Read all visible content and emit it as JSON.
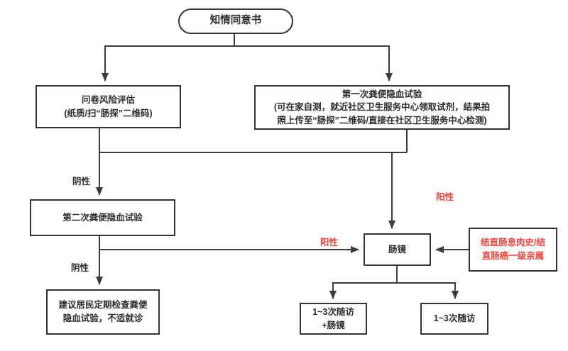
{
  "colors": {
    "background": "#ffffff",
    "line": "#3c3c3c",
    "box_border": "#333333",
    "text": "#2d2d2d",
    "red": "#f8453e"
  },
  "nodes": {
    "consent": {
      "label": "知情同意书"
    },
    "questionnaire": {
      "lines": [
        "问卷风险评估",
        "(纸质/扫“肠探”二维码)"
      ]
    },
    "first_fobt": {
      "lines": [
        "第一次粪便隐血试验",
        "(可在家自测，就近社区卫生服务中心领取试剂，结果拍",
        "照上传至“肠探”二维码/直接在社区卫生服务中心检测)"
      ]
    },
    "second_fobt": {
      "label": "第二次粪便隐血试验"
    },
    "regular_check_advice": {
      "lines": [
        "建议居民定期检查粪便",
        "隐血试验，不适就诊"
      ]
    },
    "colonoscopy": {
      "label": "肠镜"
    },
    "high_risk_history": {
      "lines": [
        "结直肠息肉史/结",
        "直肠癌一级亲属"
      ]
    },
    "followup_with_colonoscopy": {
      "lines": [
        "1~3次随访",
        "+肠镜"
      ]
    },
    "followup": {
      "label": "1~3次随访"
    }
  },
  "edge_labels": {
    "negative_to_second_fobt": "阴性",
    "negative_to_advice": "阴性",
    "positive_first_fobt": "阳性",
    "positive_second_fobt": "阳性"
  }
}
